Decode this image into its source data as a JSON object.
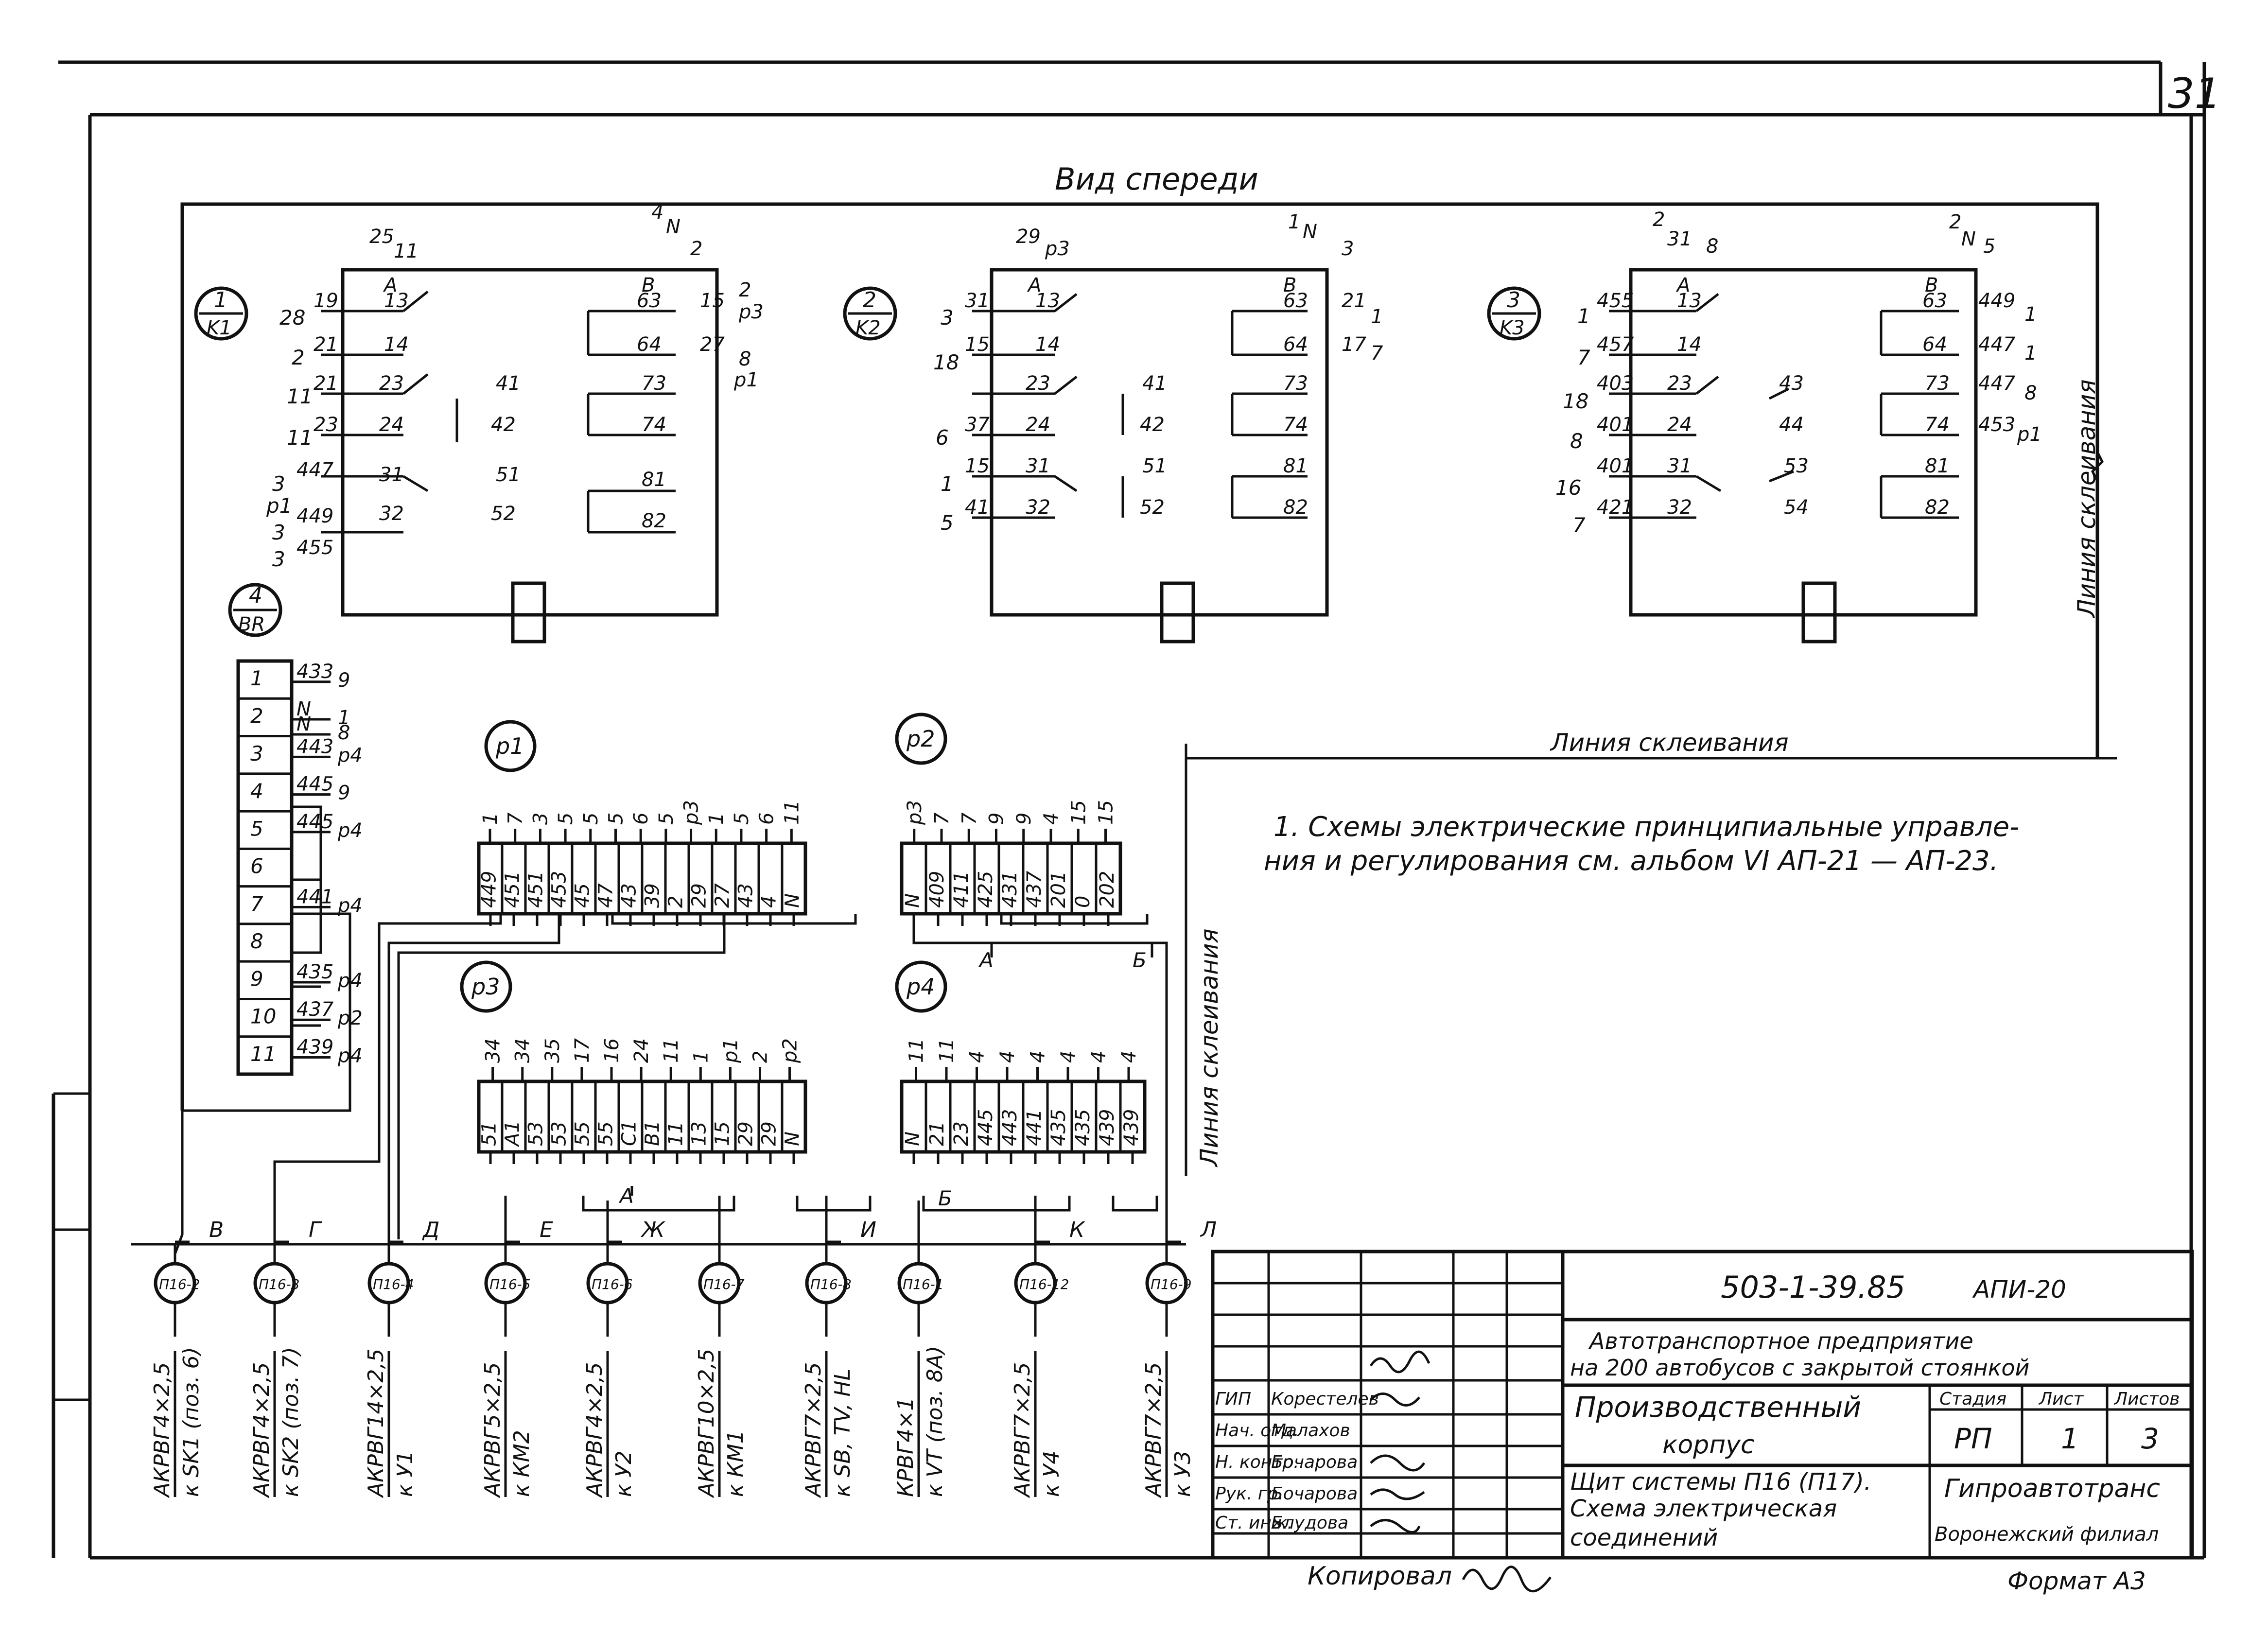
{
  "sheet_number": "31",
  "view_title": "Вид спереди",
  "gluing_line_label": "Линия склеивания",
  "relays": [
    {
      "circle_top": "1",
      "circle_bottom": "K1",
      "top_left": [
        "25",
        "11"
      ],
      "top_right": [
        "4",
        "N",
        "2"
      ],
      "A": "A",
      "B": "B",
      "left_terms": [
        "13",
        "14",
        "23",
        "24",
        "31",
        "32"
      ],
      "left_wires": [
        "19",
        "21",
        "21",
        "23",
        "447",
        "449",
        "455"
      ],
      "left_far": [
        "28",
        "2",
        "11",
        "11",
        "3",
        "p1",
        "3",
        "3"
      ],
      "mid_terms": [
        "41",
        "42",
        "51",
        "52"
      ],
      "right_terms": [
        "63",
        "64",
        "73",
        "74",
        "81",
        "82"
      ],
      "right_wires": [
        "15",
        "27"
      ],
      "right_far": [
        "2",
        "p3",
        "8",
        "p1"
      ]
    },
    {
      "circle_top": "2",
      "circle_bottom": "K2",
      "top_left": [
        "29",
        "p3"
      ],
      "top_right": [
        "1",
        "N",
        "3"
      ],
      "A": "A",
      "B": "B",
      "left_terms": [
        "13",
        "14",
        "23",
        "24",
        "31",
        "32"
      ],
      "left_wires": [
        "31",
        "15",
        "37",
        "15",
        "41"
      ],
      "left_far": [
        "3",
        "18",
        "6",
        "1",
        "5"
      ],
      "mid_terms": [
        "41",
        "42",
        "51",
        "52"
      ],
      "right_terms": [
        "63",
        "64",
        "73",
        "74",
        "81",
        "82"
      ],
      "right_wires": [
        "21",
        "17"
      ],
      "right_far": [
        "1",
        "7"
      ]
    },
    {
      "circle_top": "3",
      "circle_bottom": "K3",
      "top_left": [
        "2",
        "31",
        "8"
      ],
      "top_right": [
        "2",
        "N",
        "5"
      ],
      "A": "A",
      "B": "B",
      "left_terms": [
        "13",
        "14",
        "23",
        "24",
        "31",
        "32"
      ],
      "left_wires": [
        "455",
        "457",
        "403",
        "401",
        "401",
        "421"
      ],
      "left_far": [
        "1",
        "7",
        "18",
        "8",
        "16",
        "7"
      ],
      "mid_terms": [
        "43",
        "44",
        "53",
        "54"
      ],
      "right_terms": [
        "63",
        "64",
        "73",
        "74",
        "81",
        "82"
      ],
      "right_wires": [
        "449",
        "447",
        "447",
        "453"
      ],
      "right_far": [
        "1",
        "1",
        "8",
        "p1"
      ]
    }
  ],
  "br_block": {
    "circle_top": "4",
    "circle_bottom": "BR",
    "rows": [
      {
        "n": "1",
        "wire": "433",
        "far": "9"
      },
      {
        "n": "2",
        "wire": "N",
        "far": "1"
      },
      {
        "n": "",
        "wire": "N",
        "far": "8"
      },
      {
        "n": "3",
        "wire": "443",
        "far": "p4"
      },
      {
        "n": "4",
        "wire": "445",
        "far": "9"
      },
      {
        "n": "5",
        "wire": "445",
        "far": "p4"
      },
      {
        "n": "6",
        "wire": "",
        "far": ""
      },
      {
        "n": "7",
        "wire": "441",
        "far": "p4"
      },
      {
        "n": "8",
        "wire": "",
        "far": ""
      },
      {
        "n": "9",
        "wire": "435",
        "far": "p4"
      },
      {
        "n": "10",
        "wire": "437",
        "far": "p2"
      },
      {
        "n": "11",
        "wire": "439",
        "far": "p4"
      }
    ]
  },
  "terminal_blocks": [
    {
      "circle": "p1",
      "tops": [
        "1",
        "7",
        "3",
        "5",
        "5",
        "5",
        "6",
        "5",
        "p3",
        "1",
        "5",
        "6",
        "11"
      ],
      "cells": [
        "449",
        "451",
        "451",
        "453",
        "45",
        "47",
        "43",
        "39",
        "2",
        "29",
        "27",
        "43",
        "4",
        "N"
      ]
    },
    {
      "circle": "p2",
      "tops": [
        "p3",
        "7",
        "7",
        "9",
        "9",
        "4",
        "15",
        "15"
      ],
      "cells": [
        "N",
        "409",
        "411",
        "425",
        "431",
        "437",
        "201",
        "0",
        "202"
      ]
    },
    {
      "circle": "p3",
      "tops": [
        "34",
        "34",
        "35",
        "17",
        "16",
        "24",
        "11",
        "1",
        "p1",
        "2",
        "p2"
      ],
      "cells": [
        "51",
        "A1",
        "53",
        "53",
        "55",
        "55",
        "C1",
        "B1",
        "11",
        "13",
        "15",
        "29",
        "29",
        "N"
      ]
    },
    {
      "circle": "p4",
      "tops": [
        "11",
        "11",
        "4",
        "4",
        "4",
        "4",
        "4",
        "4"
      ],
      "cells": [
        "N",
        "21",
        "23",
        "445",
        "443",
        "441",
        "435",
        "435",
        "439",
        "439"
      ]
    }
  ],
  "bus_letters": [
    "A",
    "Б",
    "A",
    "Б"
  ],
  "note": "1. Схемы электрические принципиальные управле-\nния и регулирования см. альбом VI АП-21 — АП-23.",
  "cables": [
    {
      "circle": "П16-2",
      "letter": "B",
      "type": "АКРВГ4×2,5",
      "dest": "к SK1 (поз. 6)"
    },
    {
      "circle": "П16-3",
      "letter": "Г",
      "type": "АКРВГ4×2,5",
      "dest": "к SK2 (поз. 7)"
    },
    {
      "circle": "П16-4",
      "letter": "Д",
      "type": "АКРВГ14×2,5",
      "dest": "к У1"
    },
    {
      "circle": "П16-5",
      "letter": "Е",
      "type": "АКРВГ5×2,5",
      "dest": "к КМ2"
    },
    {
      "circle": "П16-6",
      "letter": "Ж",
      "type": "АКРВГ4×2,5",
      "dest": "к У2"
    },
    {
      "circle": "П16-7",
      "letter": "",
      "type": "АКРВГ10×2,5",
      "dest": "к КМ1"
    },
    {
      "circle": "П16-8",
      "letter": "И",
      "type": "АКРВГ7×2,5",
      "dest": "к SB, TV, HL"
    },
    {
      "circle": "П16-1",
      "letter": "",
      "type": "КРВГ4×1",
      "dest": "к VT (поз. 8А)"
    },
    {
      "circle": "П16-12",
      "letter": "К",
      "type": "АКРВГ7×2,5",
      "dest": "к У4"
    },
    {
      "circle": "П16-9",
      "letter": "Л",
      "type": "АКРВГ7×2,5",
      "dest": "к У3"
    }
  ],
  "title_block": {
    "doc_code": "503-1-39.85",
    "sheet_code": "АПИ-20",
    "project_line1": "Автотранспортное предприятие",
    "project_line2": "на 200 автобусов с закрытой стоянкой",
    "building_line1": "Производственный",
    "building_line2": "корпус",
    "drawing_line1": "Щит системы П16 (П17).",
    "drawing_line2": "Схема электрическая",
    "drawing_line3": "соединений",
    "stage_header": "Стадия",
    "sheet_header": "Лист",
    "sheets_header": "Листов",
    "stage": "РП",
    "sheet": "1",
    "sheets": "3",
    "org_line1": "Гипроавтотранс",
    "org_line2": "Воронежский филиал",
    "roles": [
      {
        "role": "ГИП",
        "name": "Корестелев"
      },
      {
        "role": "Нач. отд.",
        "name": "Малахов"
      },
      {
        "role": "Н. контр.",
        "name": "Бочарова"
      },
      {
        "role": "Рук. гр.",
        "name": "Бочарова"
      },
      {
        "role": "Ст. инж.",
        "name": "Блудова"
      }
    ]
  },
  "copied_by": "Копировал",
  "format": "Формат А3"
}
